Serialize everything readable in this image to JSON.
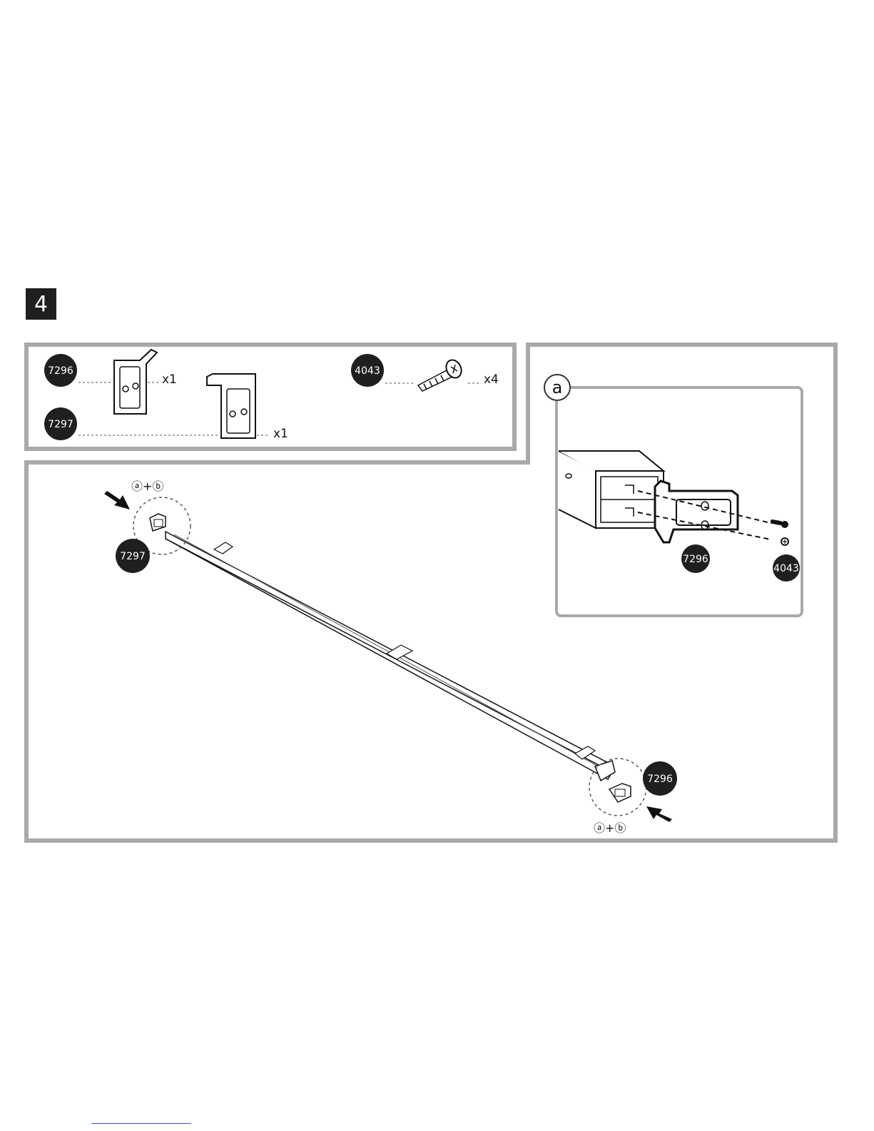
{
  "step": {
    "number": "4"
  },
  "parts": {
    "p7296": {
      "id": "7296",
      "qty": "x1"
    },
    "p7297": {
      "id": "7297",
      "qty": "x1"
    },
    "p4043": {
      "id": "4043",
      "qty": "x4"
    }
  },
  "detail": {
    "label": "a",
    "part_bracket": "7296",
    "part_screw": "4043"
  },
  "main": {
    "left_part": "7297",
    "right_part": "7296",
    "callout_left": "ⓐ+ⓑ",
    "callout_right": "ⓐ+ⓑ"
  }
}
